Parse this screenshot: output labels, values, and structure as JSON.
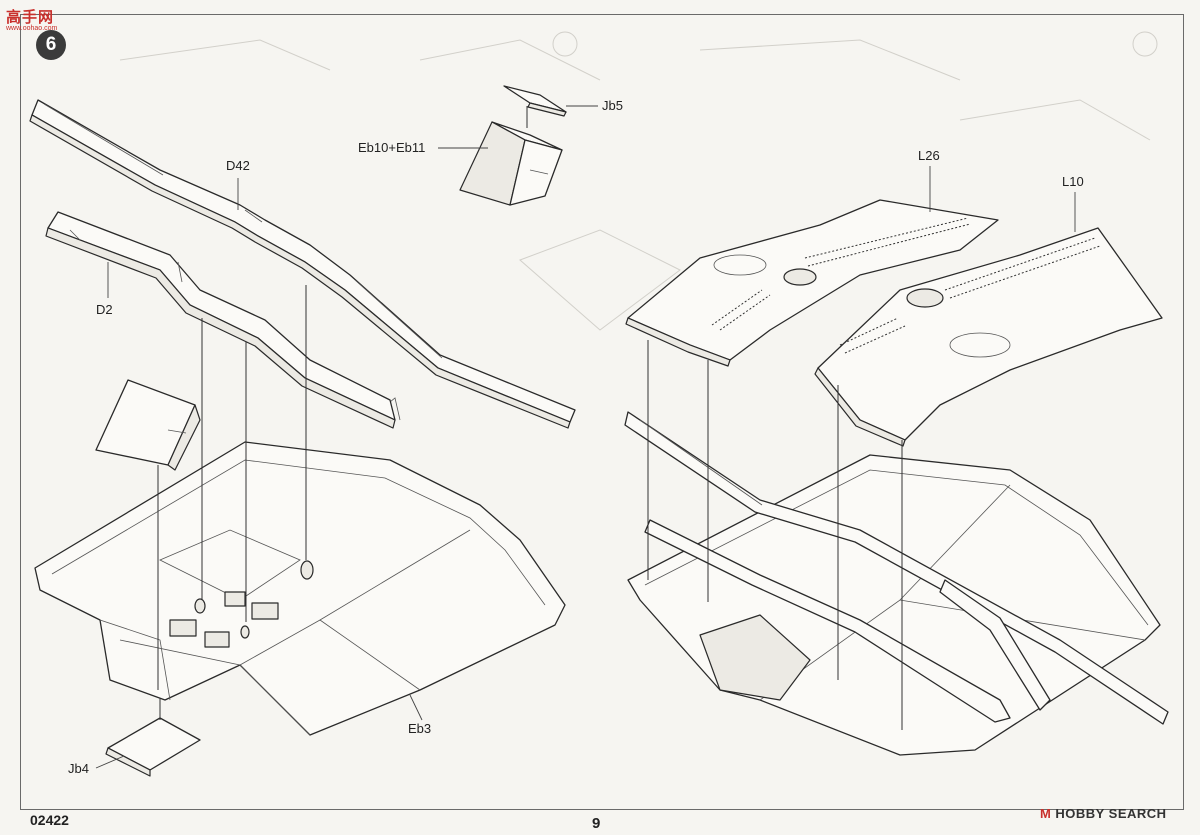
{
  "header": {
    "logo_text": "高手网",
    "logo_url": "www.oohao.com",
    "step_number": "6"
  },
  "parts": {
    "jb5": "Jb5",
    "eb10_eb11": "Eb10+Eb11",
    "d42": "D42",
    "d2": "D2",
    "eb3": "Eb3",
    "jb4": "Jb4",
    "l26": "L26",
    "l10": "L10"
  },
  "footer": {
    "catalog_number": "02422",
    "page_number": "9",
    "watermark_mark": "M",
    "watermark": "HOBBY SEARCH"
  },
  "colors": {
    "line": "#2a2a2a",
    "paper": "#f6f5f1",
    "accent": "#c9302c"
  }
}
